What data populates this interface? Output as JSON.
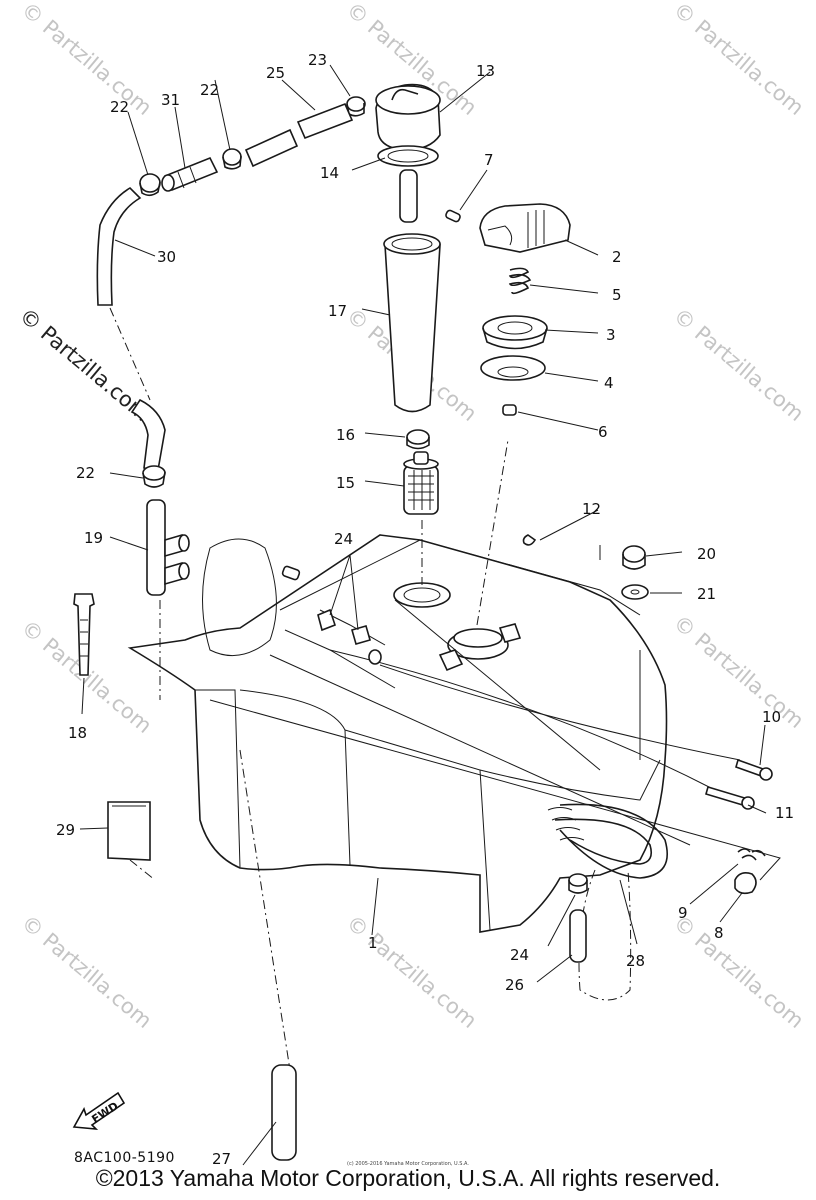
{
  "watermark": {
    "text": "© Partzilla.com"
  },
  "diagram_code": "8AC100-5190",
  "fwd_label": "FWD",
  "callouts": {
    "c1": "1",
    "c2": "2",
    "c3": "3",
    "c4": "4",
    "c5": "5",
    "c6": "6",
    "c7": "7",
    "c8": "8",
    "c9": "9",
    "c10": "10",
    "c11": "11",
    "c12": "12",
    "c13": "13",
    "c14": "14",
    "c15": "15",
    "c16": "16",
    "c17": "17",
    "c18": "18",
    "c19": "19",
    "c20": "20",
    "c21": "21",
    "c22": "22",
    "c23": "23",
    "c24": "24",
    "c25": "25",
    "c26": "26",
    "c27": "27",
    "c28": "28",
    "c29": "29",
    "c30": "30",
    "c31": "31"
  },
  "small_copyright": "(c) 2005-2016 Yamaha Motor Corporation, U.S.A.",
  "copyright": "©2013 Yamaha Motor Corporation, U.S.A. All rights reserved."
}
